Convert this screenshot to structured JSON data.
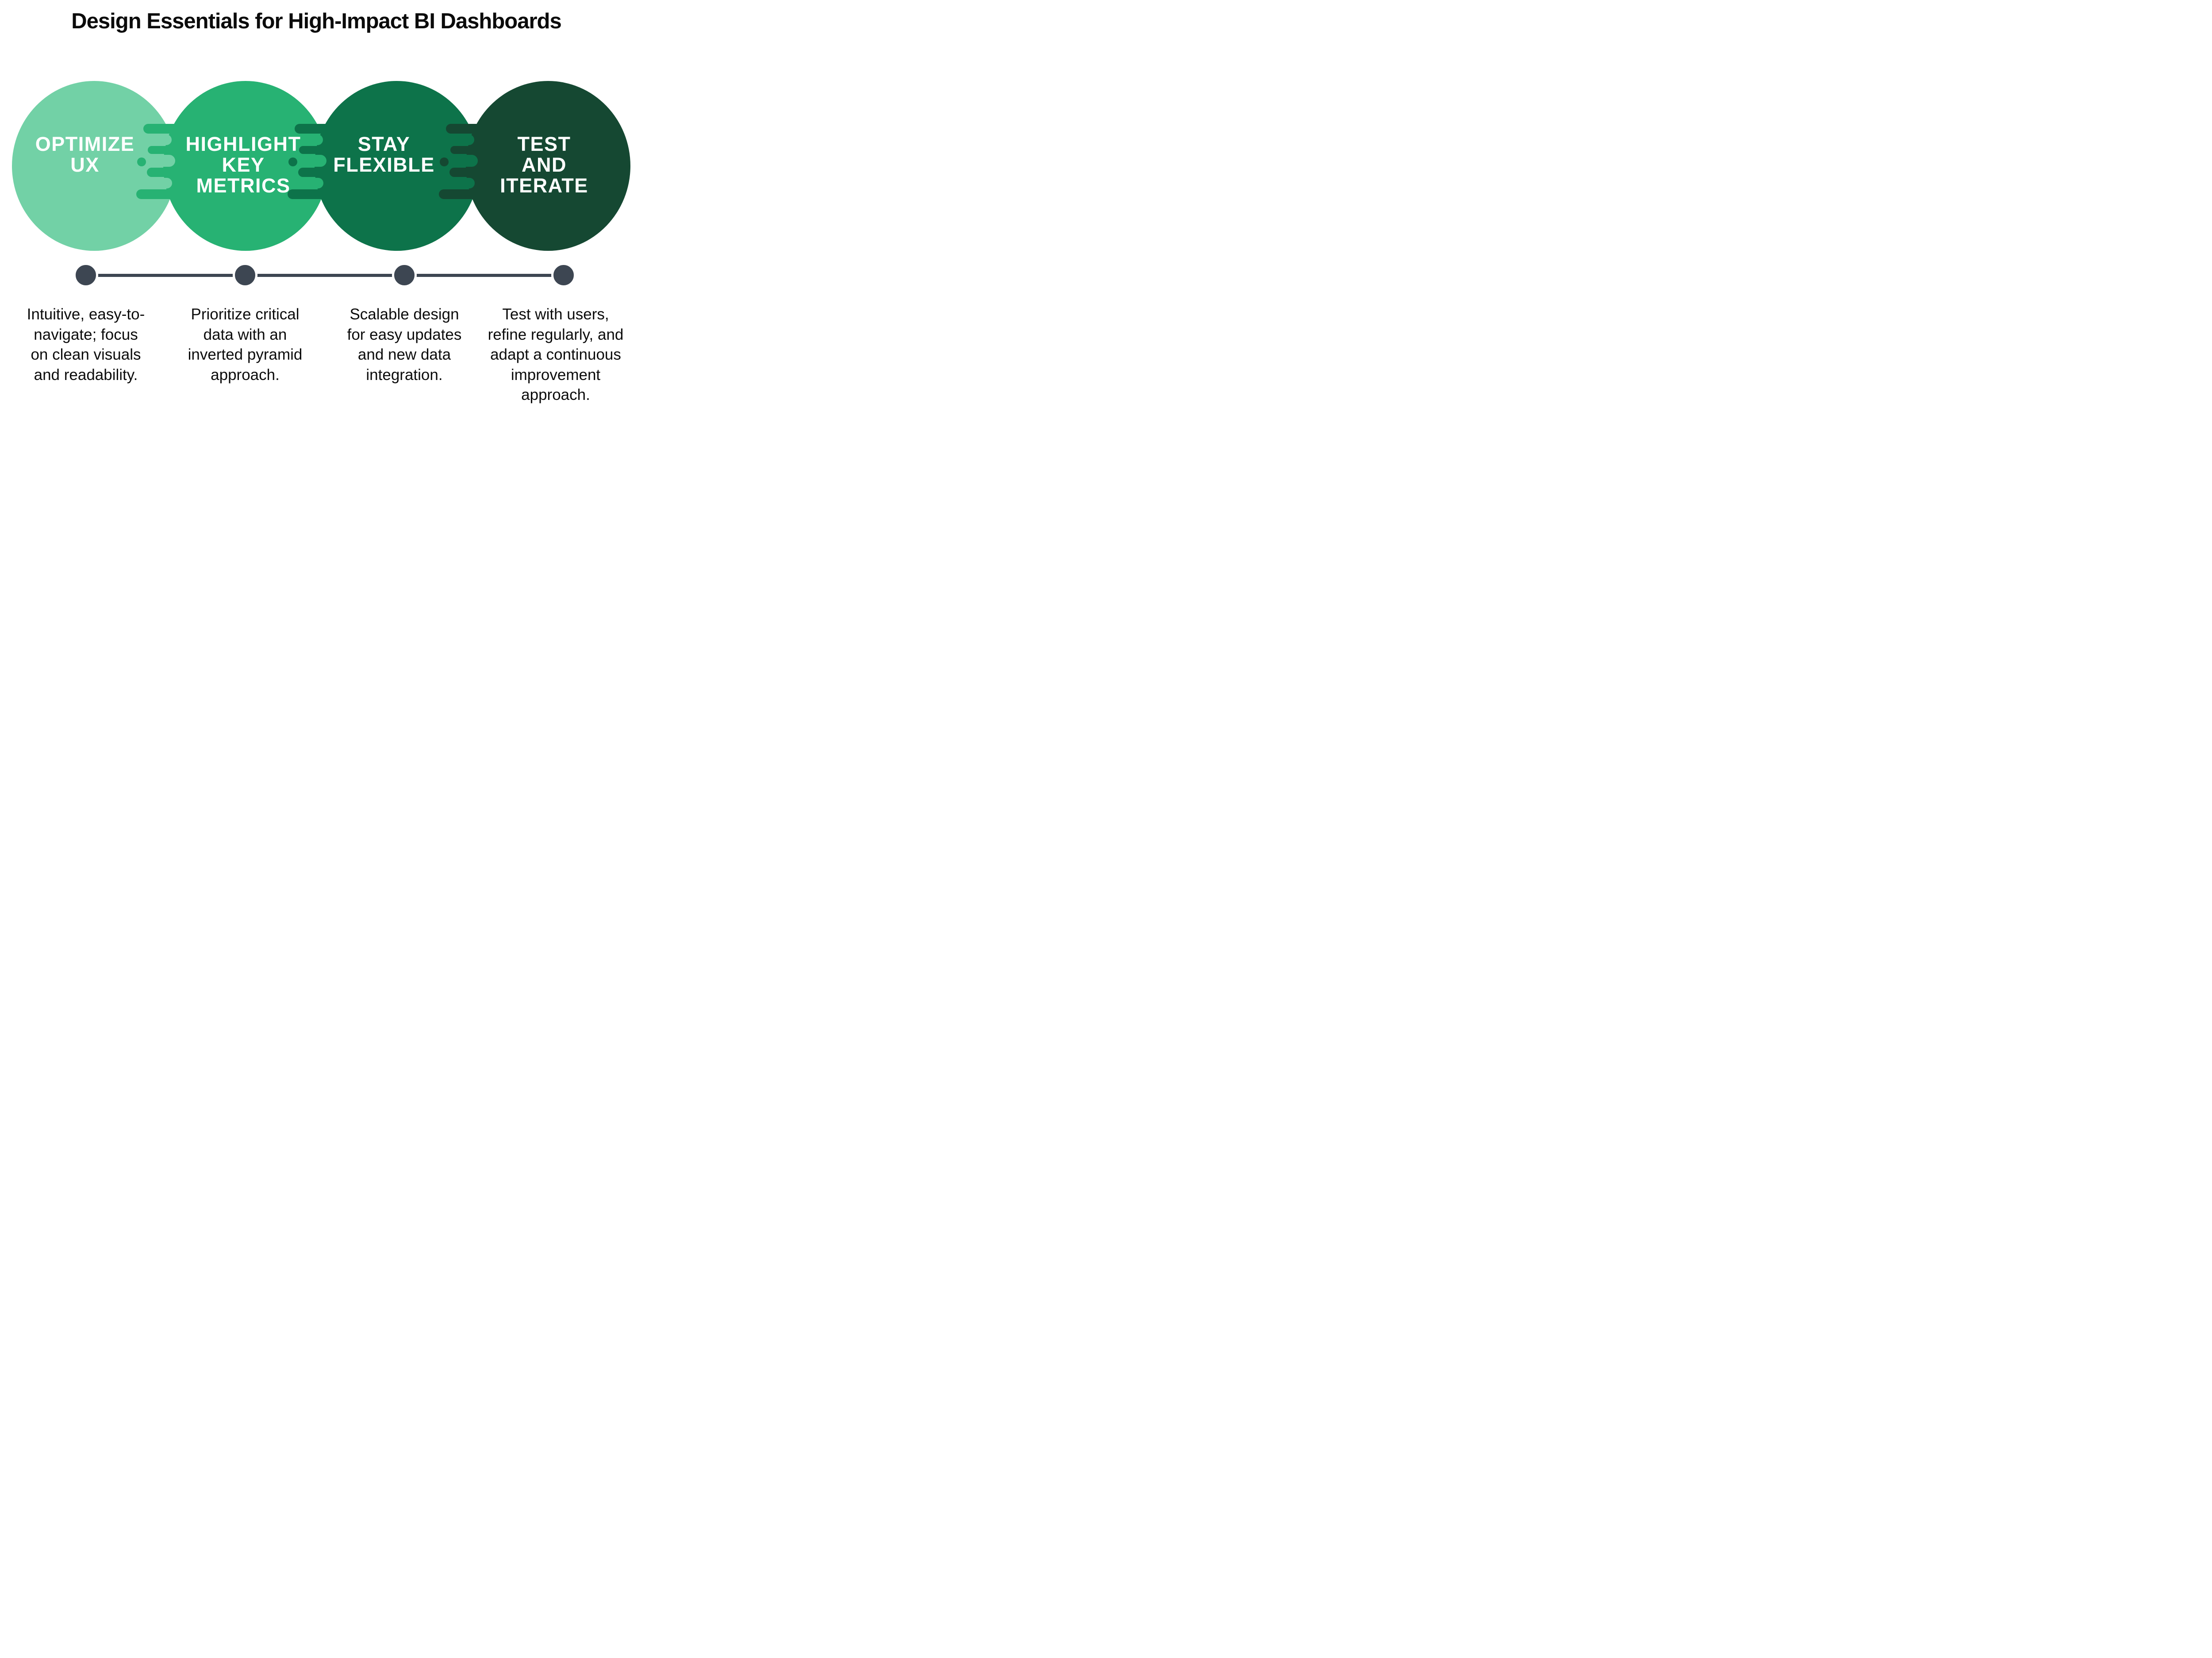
{
  "title": "Design Essentials for High-Impact BI Dashboards",
  "colors": {
    "background": "#FFFFFF",
    "title_text": "#0B0B0B",
    "label_text": "#FFFFFF",
    "description_text": "#0C0C0C",
    "timeline": "#3D4652"
  },
  "steps": [
    {
      "label": "OPTIMIZE\nUX",
      "description": "Intuitive, easy-to-\nnavigate; focus\non clean visuals\nand readability.",
      "circle_color": "#72D1A6"
    },
    {
      "label": "HIGHLIGHT\nKEY\nMETRICS",
      "description": "Prioritize critical\ndata with an\ninverted pyramid\napproach.",
      "circle_color": "#27B273"
    },
    {
      "label": "STAY\nFLEXIBLE",
      "description": "Scalable design\nfor easy updates\nand new data\nintegration.",
      "circle_color": "#0D734A"
    },
    {
      "label": "TEST\nAND\nITERATE",
      "description": "Test with users,\nrefine regularly, and\nadapt a continuous\nimprovement\napproach.",
      "circle_color": "#154832"
    }
  ]
}
